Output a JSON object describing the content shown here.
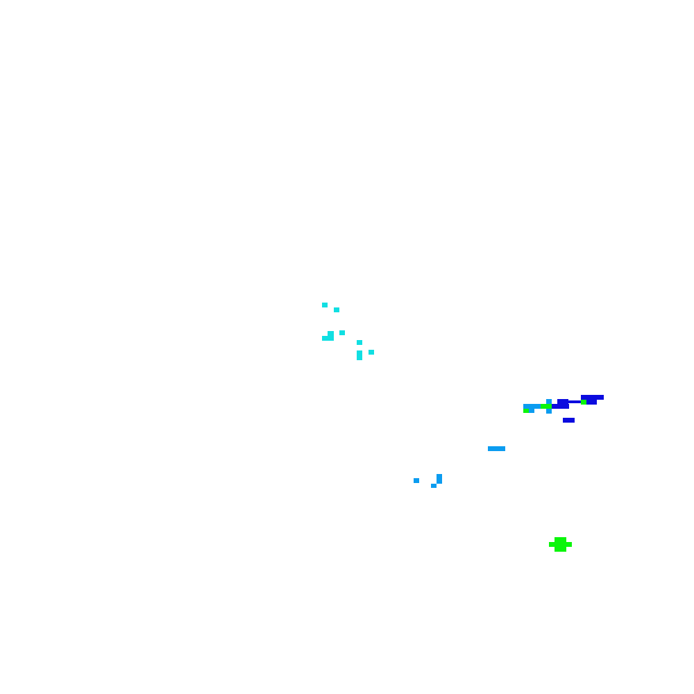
{
  "palette": {
    "background": "#ffffff",
    "cyan": "#11dfe2",
    "sky": "#0b9cf0",
    "blue": "#0b0bdf",
    "green": "#0bf50b"
  },
  "clusters": [
    {
      "name": "cyan-cluster",
      "color_key": "cyan",
      "rects": [
        [
          464,
          436,
          8,
          7
        ],
        [
          481,
          443,
          8,
          7
        ],
        [
          489,
          476,
          8,
          7
        ],
        [
          472,
          477,
          9,
          7
        ],
        [
          464,
          484,
          17,
          7
        ],
        [
          514,
          490,
          8,
          7
        ],
        [
          514,
          505,
          8,
          14
        ],
        [
          531,
          504,
          8,
          7
        ]
      ]
    },
    {
      "name": "blue-streak-cluster",
      "color_key": "blue",
      "rects": [
        [
          837,
          569,
          33,
          7
        ],
        [
          845,
          576,
          15,
          7
        ],
        [
          803,
          575,
          16,
          7
        ],
        [
          795,
          582,
          25,
          7
        ],
        [
          819,
          577,
          18,
          4
        ],
        [
          811,
          602,
          17,
          7
        ]
      ]
    },
    {
      "name": "sky-streak-cluster",
      "color_key": "sky",
      "rects": [
        [
          754,
          582,
          25,
          7
        ],
        [
          762,
          589,
          8,
          6
        ],
        [
          787,
          575,
          8,
          7
        ],
        [
          787,
          589,
          8,
          7
        ],
        [
          703,
          643,
          25,
          7
        ],
        [
          629,
          683,
          8,
          14
        ],
        [
          596,
          689,
          8,
          7
        ],
        [
          621,
          697,
          8,
          6
        ]
      ]
    },
    {
      "name": "green-accent-cluster",
      "color_key": "green",
      "rects": [
        [
          779,
          582,
          16,
          7
        ],
        [
          754,
          589,
          8,
          6
        ],
        [
          837,
          576,
          8,
          7
        ],
        [
          799,
          774,
          17,
          7
        ],
        [
          791,
          781,
          33,
          7
        ],
        [
          799,
          788,
          17,
          7
        ]
      ]
    }
  ]
}
